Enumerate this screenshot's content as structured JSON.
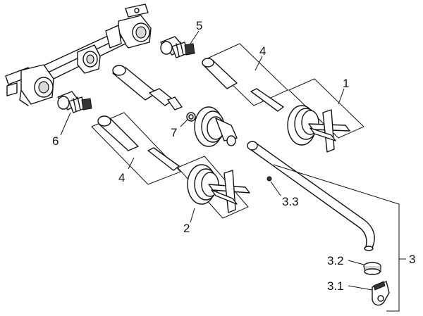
{
  "diagram": {
    "callouts": [
      {
        "id": "c1",
        "label": "1"
      },
      {
        "id": "c2",
        "label": "2"
      },
      {
        "id": "c3",
        "label": "3"
      },
      {
        "id": "c3_1",
        "label": "3.1"
      },
      {
        "id": "c3_2",
        "label": "3.2"
      },
      {
        "id": "c3_3",
        "label": "3.3"
      },
      {
        "id": "c4a",
        "label": "4"
      },
      {
        "id": "c4b",
        "label": "4"
      },
      {
        "id": "c5",
        "label": "5"
      },
      {
        "id": "c6",
        "label": "6"
      },
      {
        "id": "c7",
        "label": "7"
      }
    ]
  }
}
